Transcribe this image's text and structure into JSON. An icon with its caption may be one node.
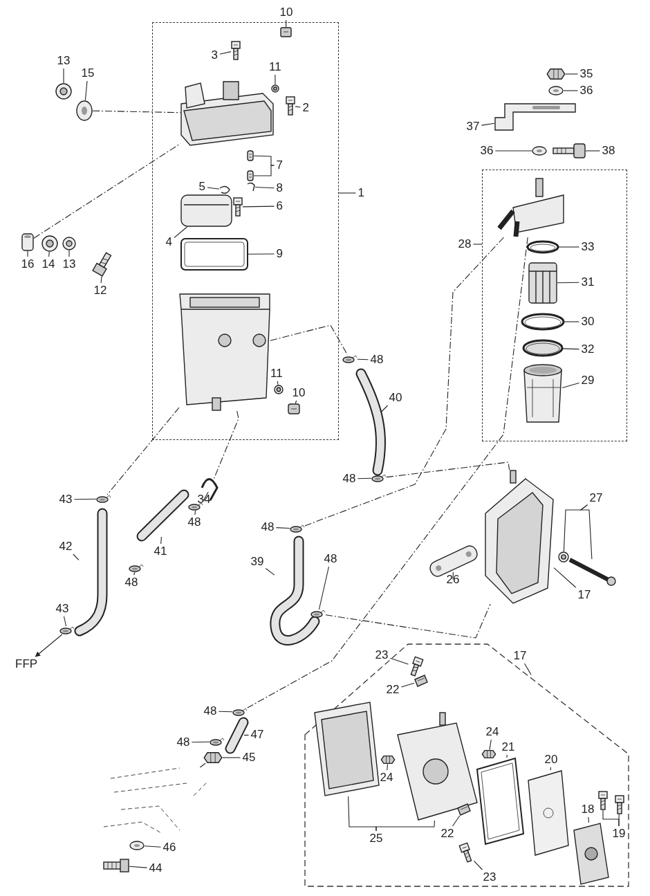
{
  "diagram": {
    "nodes": [
      {
        "text": [],
        "shape": "box"
      },
      {
        "text": [],
        "shape": "box"
      },
      {
        "text": [],
        "shape": "box"
      },
      {
        "text": [
          "10"
        ]
      },
      {
        "text": [
          "13"
        ]
      },
      {
        "text": [
          "15"
        ]
      },
      {
        "text": [
          "3"
        ],
        "in": 0
      },
      {
        "text": [
          "11"
        ],
        "in": 0
      },
      {
        "text": [
          "2"
        ],
        "in": 0
      },
      {
        "text": [
          "7"
        ],
        "in": 0
      },
      {
        "text": [
          "5"
        ],
        "in": 0
      },
      {
        "text": [
          "1"
        ]
      },
      {
        "text": [
          "8"
        ],
        "in": 0
      },
      {
        "text": [
          "6"
        ],
        "in": 0
      },
      {
        "text": [
          "4"
        ],
        "in": 0
      },
      {
        "text": [
          "9"
        ],
        "in": 0
      },
      {
        "text": [
          "16"
        ]
      },
      {
        "text": [
          "14"
        ]
      },
      {
        "text": [
          "13"
        ]
      },
      {
        "text": [
          "12"
        ]
      },
      {
        "text": [
          "35"
        ]
      },
      {
        "text": [
          "36"
        ]
      },
      {
        "text": [
          "37"
        ]
      },
      {
        "text": [
          "38"
        ]
      },
      {
        "text": [
          "36"
        ]
      },
      {
        "text": [
          "28"
        ]
      },
      {
        "text": [
          "33"
        ],
        "in": 1
      },
      {
        "text": [
          "31"
        ],
        "in": 1
      },
      {
        "text": [
          "30"
        ],
        "in": 1
      },
      {
        "text": [
          "32"
        ],
        "in": 1
      },
      {
        "text": [
          "48"
        ]
      },
      {
        "text": [
          "11"
        ],
        "in": 0
      },
      {
        "text": [
          "10"
        ],
        "in": 0
      },
      {
        "text": [
          "29"
        ],
        "in": 1
      },
      {
        "text": [
          "40"
        ]
      },
      {
        "text": [
          "48"
        ]
      },
      {
        "text": [
          "43"
        ]
      },
      {
        "text": [
          "34"
        ]
      },
      {
        "text": [
          "48"
        ]
      },
      {
        "text": [
          "27"
        ]
      },
      {
        "text": [
          "41"
        ]
      },
      {
        "text": [
          "42"
        ]
      },
      {
        "text": [
          "48"
        ]
      },
      {
        "text": [
          "39"
        ]
      },
      {
        "text": [
          "48"
        ]
      },
      {
        "text": [
          "26"
        ]
      },
      {
        "text": [
          "48"
        ]
      },
      {
        "text": [
          "17"
        ]
      },
      {
        "text": [
          "43"
        ]
      },
      {
        "text": [
          "FFP"
        ]
      },
      {
        "text": [
          "17"
        ]
      },
      {
        "text": [
          "23"
        ]
      },
      {
        "text": [
          "22"
        ],
        "in": 2
      },
      {
        "text": [
          "48"
        ]
      },
      {
        "text": [
          "47"
        ]
      },
      {
        "text": [
          "24"
        ],
        "in": 2
      },
      {
        "text": [
          "48"
        ]
      },
      {
        "text": [
          "21"
        ],
        "in": 2
      },
      {
        "text": [
          "45"
        ]
      },
      {
        "text": [
          "20"
        ],
        "in": 2
      },
      {
        "text": [
          "24"
        ],
        "in": 2
      },
      {
        "text": [
          "18"
        ],
        "in": 2
      },
      {
        "text": [
          "25"
        ],
        "in": 2
      },
      {
        "text": [
          "22"
        ],
        "in": 2
      },
      {
        "text": [
          "23"
        ],
        "in": 2
      },
      {
        "text": [
          "46"
        ]
      },
      {
        "text": [
          "19"
        ],
        "in": 2
      },
      {
        "text": [
          "44"
        ]
      },
      {
        "text": [],
        "shape": "picture",
        "in": 0
      },
      {
        "text": [],
        "shape": "picture"
      },
      {
        "text": [],
        "shape": "picture"
      },
      {
        "text": [],
        "shape": "picture",
        "in": 0
      },
      {
        "text": [],
        "shape": "picture",
        "in": 0
      },
      {
        "text": [],
        "shape": "picture",
        "in": 0
      },
      {
        "text": [],
        "shape": "picture",
        "in": 0
      },
      {
        "text": [],
        "shape": "picture",
        "in": 0
      },
      {
        "text": [],
        "shape": "picture",
        "in": 0
      },
      {
        "text": [],
        "shape": "picture",
        "in": 0
      },
      {
        "text": [],
        "shape": "picture",
        "in": 0
      },
      {
        "text": [],
        "shape": "picture",
        "in": 0
      },
      {
        "text": [],
        "shape": "picture",
        "in": 0
      },
      {
        "text": [],
        "shape": "picture",
        "in": 0
      },
      {
        "text": [],
        "shape": "picture"
      },
      {
        "text": [],
        "shape": "picture"
      },
      {
        "text": [],
        "shape": "picture"
      },
      {
        "text": [],
        "shape": "picture"
      },
      {
        "text": [],
        "shape": "picture"
      },
      {
        "text": [],
        "shape": "picture"
      },
      {
        "text": [],
        "shape": "picture"
      },
      {
        "text": [],
        "shape": "picture"
      },
      {
        "text": [],
        "shape": "picture"
      },
      {
        "text": [],
        "shape": "picture",
        "in": 1
      },
      {
        "text": [],
        "shape": "picture",
        "in": 1
      },
      {
        "text": [],
        "shape": "picture",
        "in": 1
      },
      {
        "text": [],
        "shape": "picture",
        "in": 0
      },
      {
        "text": [],
        "shape": "picture",
        "in": 1
      },
      {
        "text": [],
        "shape": "picture",
        "in": 1
      },
      {
        "text": [],
        "shape": "picture"
      },
      {
        "text": [],
        "shape": "picture",
        "in": 0
      },
      {
        "text": [],
        "shape": "picture",
        "in": 1
      },
      {
        "text": [],
        "shape": "picture",
        "in": 0
      },
      {
        "text": [],
        "shape": "picture"
      },
      {
        "text": [],
        "shape": "picture"
      },
      {
        "text": [],
        "shape": "picture"
      },
      {
        "text": [],
        "shape": "picture"
      },
      {
        "text": [],
        "shape": "picture"
      },
      {
        "text": [],
        "shape": "picture"
      },
      {
        "text": [],
        "shape": "picture"
      },
      {
        "text": [],
        "shape": "picture"
      },
      {
        "text": [],
        "shape": "picture"
      },
      {
        "text": [],
        "shape": "picture"
      },
      {
        "text": [],
        "shape": "picture"
      },
      {
        "text": [],
        "shape": "picture"
      },
      {
        "text": [],
        "shape": "picture"
      },
      {
        "text": [],
        "shape": "picture"
      },
      {
        "text": [],
        "shape": "picture"
      },
      {
        "text": [],
        "shape": "picture"
      },
      {
        "text": [],
        "shape": "picture",
        "in": 2
      },
      {
        "text": [],
        "shape": "picture",
        "in": 2
      },
      {
        "text": [],
        "shape": "picture"
      },
      {
        "text": [],
        "shape": "picture"
      },
      {
        "text": [],
        "shape": "picture",
        "in": 2
      },
      {
        "text": [],
        "shape": "picture",
        "in": 2
      },
      {
        "text": [],
        "shape": "picture",
        "in": 2
      },
      {
        "text": [],
        "shape": "picture"
      },
      {
        "text": [],
        "shape": "picture",
        "in": 2
      },
      {
        "text": [],
        "shape": "picture"
      },
      {
        "text": [],
        "shape": "picture",
        "in": 2
      },
      {
        "text": [],
        "shape": "picture",
        "in": 2
      },
      {
        "text": [],
        "shape": "picture"
      },
      {
        "text": [],
        "shape": "picture",
        "in": 2
      },
      {
        "text": [],
        "shape": "picture",
        "in": 2
      },
      {
        "text": [],
        "shape": "picture",
        "in": 2
      },
      {
        "text": [],
        "shape": "picture",
        "in": 2
      },
      {
        "text": [],
        "shape": "picture",
        "in": 2
      },
      {
        "text": [],
        "shape": "picture"
      },
      {
        "text": [],
        "shape": "picture"
      }
    ],
    "edges": [
      {
        "from": 3,
        "to": 68,
        "arrow": "none"
      },
      {
        "from": 4,
        "to": 69,
        "arrow": "none"
      },
      {
        "from": 5,
        "to": 70,
        "arrow": "none"
      },
      {
        "from": 6,
        "to": 71,
        "arrow": "none"
      },
      {
        "from": 7,
        "to": 72,
        "arrow": "none"
      },
      {
        "from": 8,
        "to": 73,
        "arrow": "none"
      },
      {
        "from": 9,
        "to": 75,
        "arrow": "none"
      },
      {
        "from": 9,
        "to": 76,
        "arrow": "none"
      },
      {
        "from": 10,
        "to": 77,
        "arrow": "none"
      },
      {
        "from": 11,
        "to": 0,
        "arrow": "none"
      },
      {
        "from": 12,
        "to": 78,
        "arrow": "none"
      },
      {
        "from": 13,
        "to": 79,
        "arrow": "none"
      },
      {
        "from": 14,
        "to": 80,
        "arrow": "none"
      },
      {
        "from": 15,
        "to": 81,
        "arrow": "none"
      },
      {
        "from": 16,
        "to": 82,
        "arrow": "none"
      },
      {
        "from": 17,
        "to": 83,
        "arrow": "none"
      },
      {
        "from": 18,
        "to": 84,
        "arrow": "none"
      },
      {
        "from": 19,
        "to": 85,
        "arrow": "none"
      },
      {
        "from": 20,
        "to": 86,
        "arrow": "none"
      },
      {
        "from": 21,
        "to": 87,
        "arrow": "none"
      },
      {
        "from": 22,
        "to": 88,
        "arrow": "none"
      },
      {
        "from": 23,
        "to": 90,
        "arrow": "none"
      },
      {
        "from": 24,
        "to": 89,
        "arrow": "none"
      },
      {
        "from": 25,
        "to": 1,
        "arrow": "none"
      },
      {
        "from": 26,
        "to": 92,
        "arrow": "none"
      },
      {
        "from": 27,
        "to": 93,
        "arrow": "none"
      },
      {
        "from": 28,
        "to": 95,
        "arrow": "none"
      },
      {
        "from": 29,
        "to": 96,
        "arrow": "none"
      },
      {
        "from": 30,
        "to": 97,
        "arrow": "none"
      },
      {
        "from": 31,
        "to": 98,
        "arrow": "none"
      },
      {
        "from": 32,
        "to": 100,
        "arrow": "none"
      },
      {
        "from": 33,
        "to": 99,
        "arrow": "none"
      },
      {
        "from": 34,
        "to": 101,
        "arrow": "none"
      },
      {
        "from": 35,
        "to": 102,
        "arrow": "none"
      },
      {
        "from": 36,
        "to": 103,
        "arrow": "none"
      },
      {
        "from": 37,
        "to": 104,
        "arrow": "none"
      },
      {
        "from": 38,
        "to": 105,
        "arrow": "none"
      },
      {
        "from": 39,
        "to": 107,
        "arrow": "none"
      },
      {
        "from": 39,
        "to": 108,
        "arrow": "none"
      },
      {
        "from": 40,
        "to": 109,
        "arrow": "none"
      },
      {
        "from": 41,
        "to": 110,
        "arrow": "none"
      },
      {
        "from": 42,
        "to": 111,
        "arrow": "none"
      },
      {
        "from": 43,
        "to": 112,
        "arrow": "none"
      },
      {
        "from": 44,
        "to": 113,
        "arrow": "none"
      },
      {
        "from": 45,
        "to": 114,
        "arrow": "none"
      },
      {
        "from": 46,
        "to": 115,
        "arrow": "none"
      },
      {
        "from": 47,
        "to": 106,
        "arrow": "none"
      },
      {
        "from": 116,
        "to": 49,
        "arrow": "to"
      },
      {
        "from": 48,
        "to": 116,
        "arrow": "none"
      },
      {
        "from": 50,
        "to": 2,
        "arrow": "none"
      },
      {
        "from": 51,
        "to": 117,
        "arrow": "none"
      },
      {
        "from": 52,
        "to": 118,
        "arrow": "none"
      },
      {
        "from": 53,
        "to": 119,
        "arrow": "none"
      },
      {
        "from": 54,
        "to": 120,
        "arrow": "none"
      },
      {
        "from": 55,
        "to": 123,
        "arrow": "none"
      },
      {
        "from": 56,
        "to": 124,
        "arrow": "none"
      },
      {
        "from": 57,
        "to": 125,
        "arrow": "none"
      },
      {
        "from": 58,
        "to": 126,
        "arrow": "none"
      },
      {
        "from": 59,
        "to": 127,
        "arrow": "none"
      },
      {
        "from": 60,
        "to": 128,
        "arrow": "none"
      },
      {
        "from": 61,
        "to": 130,
        "arrow": "none"
      },
      {
        "from": 62,
        "to": 121,
        "arrow": "none"
      },
      {
        "from": 62,
        "to": 122,
        "arrow": "none"
      },
      {
        "from": 63,
        "to": 131,
        "arrow": "none"
      },
      {
        "from": 64,
        "to": 132,
        "arrow": "none"
      },
      {
        "from": 65,
        "to": 135,
        "arrow": "none"
      },
      {
        "from": 66,
        "to": 133,
        "arrow": "none"
      },
      {
        "from": 66,
        "to": 134,
        "arrow": "none"
      },
      {
        "from": 67,
        "to": 136,
        "arrow": "none"
      },
      {
        "from": 70,
        "to": 74,
        "arrow": "none",
        "style": "dashed"
      },
      {
        "from": 82,
        "to": 74,
        "arrow": "none",
        "style": "dashed"
      },
      {
        "from": 94,
        "to": 103,
        "arrow": "none",
        "style": "dashed"
      },
      {
        "from": 94,
        "to": 97,
        "arrow": "none",
        "style": "dashed"
      },
      {
        "from": 94,
        "to": 104,
        "arrow": "none",
        "style": "dashed"
      },
      {
        "from": 91,
        "to": 111,
        "arrow": "none",
        "style": "dashed"
      },
      {
        "from": 91,
        "to": 119,
        "arrow": "none",
        "style": "dashed"
      },
      {
        "from": 102,
        "to": 106,
        "arrow": "none",
        "style": "dashed"
      },
      {
        "from": 113,
        "to": 106,
        "arrow": "none",
        "style": "dashed"
      },
      {
        "from": 126,
        "to": 129,
        "arrow": "none",
        "style": "dashed"
      }
    ]
  }
}
